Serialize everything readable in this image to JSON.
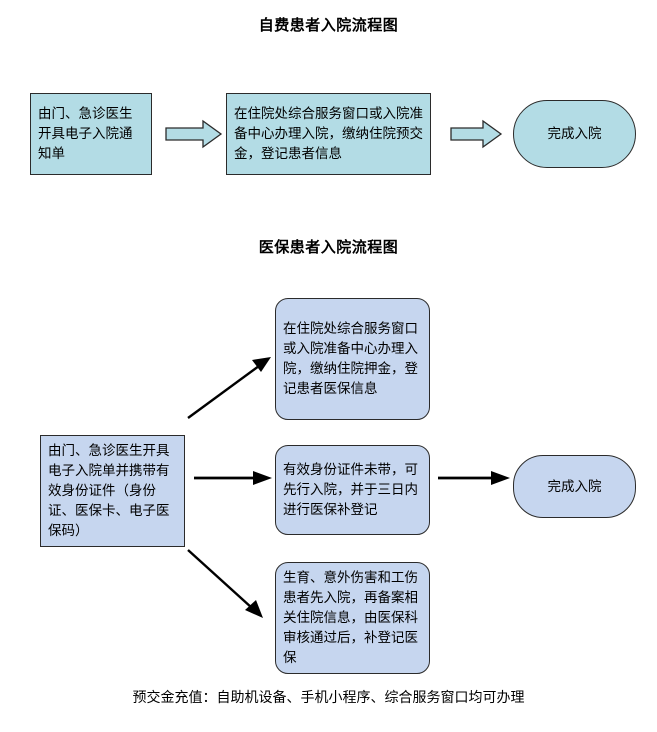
{
  "page": {
    "background_color": "#ffffff",
    "footer_note": "预交金充值：自助机设备、手机小程序、综合服务窗口均可办理"
  },
  "charts": [
    {
      "id": "self-pay-admission",
      "title": "自费患者入院流程图",
      "fill_color": "#b3dce5",
      "stroke_color": "#2b2b2b",
      "arrow_style": "block-arrow",
      "nodes": [
        {
          "id": "c1-step1",
          "shape": "rectangle",
          "text": "由门、急诊医生开具电子入院通知单"
        },
        {
          "id": "c1-step2",
          "shape": "rectangle",
          "text": "在住院处综合服务窗口或入院准备中心办理入院，缴纳住院预交金，登记患者信息"
        },
        {
          "id": "c1-end",
          "shape": "stadium",
          "text": "完成入院"
        }
      ],
      "edges": [
        {
          "from": "c1-step1",
          "to": "c1-step2",
          "type": "block-arrow"
        },
        {
          "from": "c1-step2",
          "to": "c1-end",
          "type": "block-arrow"
        }
      ]
    },
    {
      "id": "insurance-admission",
      "title": "医保患者入院流程图",
      "fill_color": "#c6d6ef",
      "stroke_color": "#2b2b2b",
      "arrow_style": "line-arrow",
      "nodes": [
        {
          "id": "c2-start",
          "shape": "rectangle",
          "text": "由门、急诊医生开具电子入院单并携带有效身份证件（身份证、医保卡、电子医保码）"
        },
        {
          "id": "c2-branch-top",
          "shape": "rounded-rectangle",
          "text": "在住院处综合服务窗口或入院准备中心办理入院，缴纳住院押金，登记患者医保信息"
        },
        {
          "id": "c2-branch-mid",
          "shape": "rounded-rectangle",
          "text": "有效身份证件未带，可先行入院，并于三日内进行医保补登记"
        },
        {
          "id": "c2-branch-bottom",
          "shape": "rounded-rectangle",
          "text": "生育、意外伤害和工伤患者先入院，再备案相关住院信息，由医保科审核通过后，补登记医保"
        },
        {
          "id": "c2-end",
          "shape": "stadium",
          "text": "完成入院"
        }
      ],
      "edges": [
        {
          "from": "c2-start",
          "to": "c2-branch-top",
          "type": "line-arrow-diagonal-up"
        },
        {
          "from": "c2-start",
          "to": "c2-branch-mid",
          "type": "line-arrow-horizontal"
        },
        {
          "from": "c2-start",
          "to": "c2-branch-bottom",
          "type": "line-arrow-diagonal-down"
        },
        {
          "from": "c2-branch-mid",
          "to": "c2-end",
          "type": "line-arrow-horizontal"
        }
      ]
    }
  ]
}
